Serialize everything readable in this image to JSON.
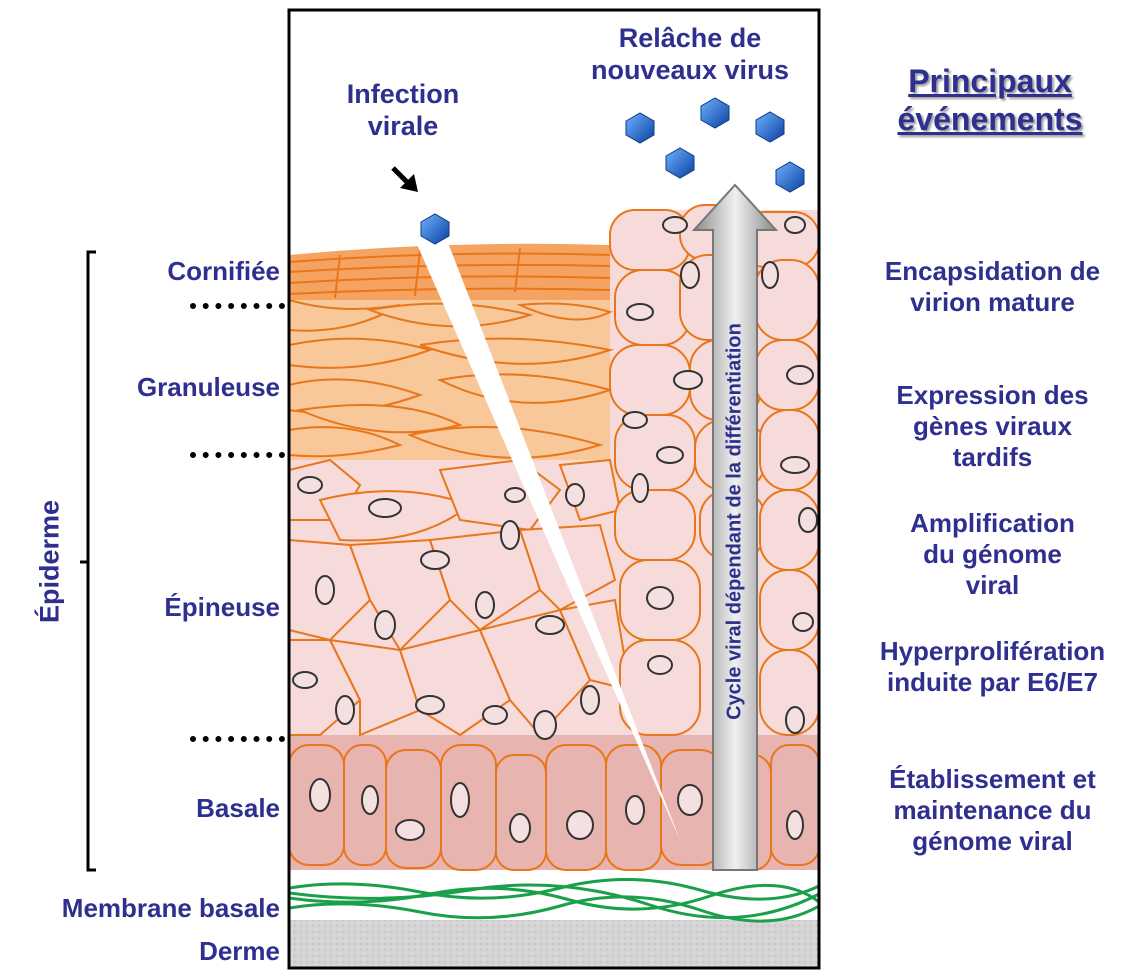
{
  "top": {
    "infection_line1": "Infection",
    "infection_line2": "virale",
    "release_line1": "Relâche de",
    "release_line2": "nouveaux virus"
  },
  "layers": {
    "cornifiee": "Cornifiée",
    "granuleuse": "Granuleuse",
    "epineuse": "Épineuse",
    "basale": "Basale",
    "membrane": "Membrane basale",
    "derme": "Derme",
    "epiderme": "Épiderme"
  },
  "arrow_label": "Cycle viral dépendant de la différentiation",
  "events": {
    "title_line1": "Principaux",
    "title_line2": "événements",
    "items": [
      {
        "l1": "Encapsidation de",
        "l2": "virion mature",
        "l3": ""
      },
      {
        "l1": "Expression des",
        "l2": "gènes viraux",
        "l3": "tardifs"
      },
      {
        "l1": "Amplification",
        "l2": "du génome",
        "l3": "viral"
      },
      {
        "l1": "Hyperprolifération",
        "l2": "induite par E6/E7",
        "l3": ""
      },
      {
        "l1": "Établissement et",
        "l2": "maintenance du",
        "l3": "génome viral"
      }
    ]
  },
  "colors": {
    "text": "#2f2f8f",
    "cornified": "#f4a460",
    "granular": "#f8c79a",
    "spinous": "#f7dada",
    "basal": "#e8b4b0",
    "cell_outline": "#e8761a",
    "membrane": "#1aa04a",
    "dermis": "#cfcfcf",
    "virus": "#1f63c8",
    "arrow": "#9b9b9b"
  }
}
